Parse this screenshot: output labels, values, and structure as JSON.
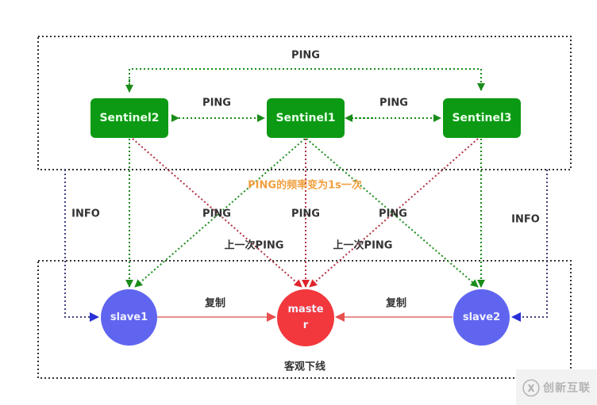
{
  "nodes": {
    "sentinel1": "Sentinel1",
    "sentinel2": "Sentinel2",
    "sentinel3": "Sentinel3",
    "master": "maste r",
    "slave1": "slave1",
    "slave2": "slave2"
  },
  "labels": {
    "ping_top": "PING",
    "ping_s2_s1": "PING",
    "ping_s1_s3": "PING",
    "ping_freq_note": "PING的频率变为1s一次",
    "info_left": "INFO",
    "info_right": "INFO",
    "ping_left": "PING",
    "ping_center": "PING",
    "ping_right": "PING",
    "last_ping_left": "上一次PING",
    "last_ping_right": "上一次PING",
    "replicate_left": "复制",
    "replicate_right": "复制",
    "objective_down": "客观下线"
  },
  "colors": {
    "sentinel": "#0c9a14",
    "slave": "#5f63f2",
    "master": "#f2373c",
    "ping_line": "#2a8a2a",
    "master_line": "#b03040",
    "info_line": "#404080",
    "note": "#f0a040"
  },
  "watermark": {
    "logo": "ⓧ",
    "text": "创新互联"
  }
}
